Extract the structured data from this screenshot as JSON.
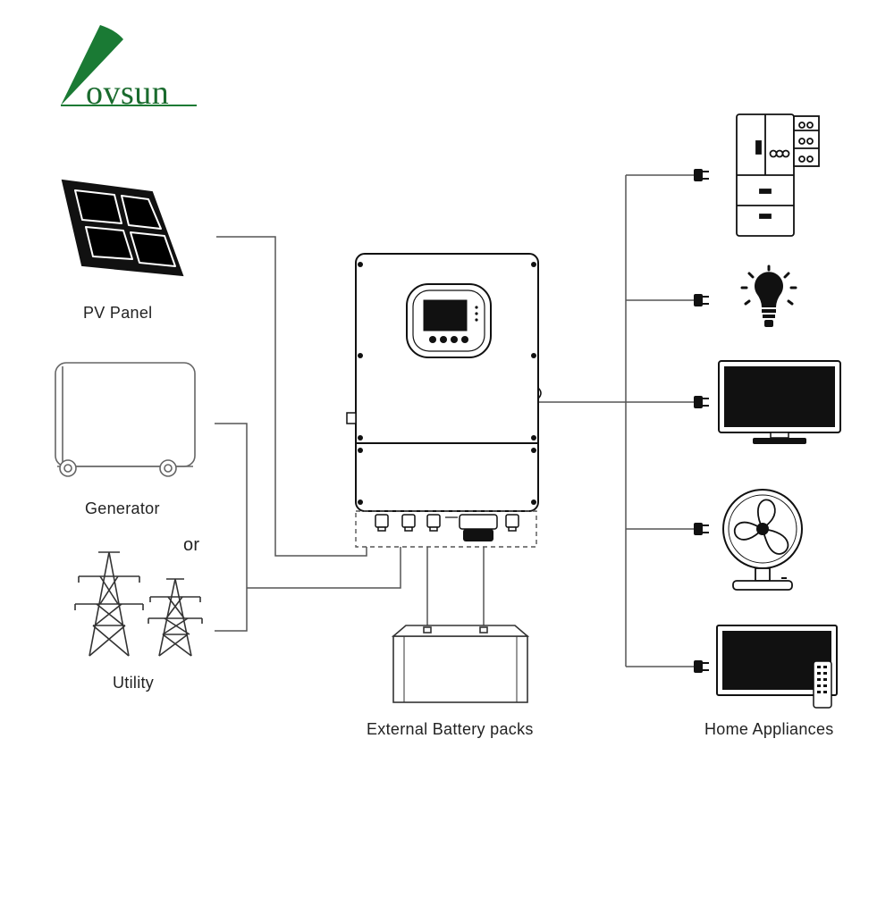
{
  "brand": {
    "logo_text": "ovsun",
    "color": "#1a7a34"
  },
  "labels": {
    "pv_panel": "PV Panel",
    "generator": "Generator",
    "or": "or",
    "utility": "Utility",
    "battery": "External Battery packs",
    "home_appliances": "Home Appliances"
  },
  "icons": {
    "sources": [
      "solar-panel-icon",
      "generator-icon",
      "utility-tower-icon"
    ],
    "center": "hybrid-inverter-icon",
    "storage": "battery-icon",
    "appliances": [
      "refrigerator-icon",
      "light-bulb-icon",
      "monitor-icon",
      "fan-icon",
      "tv-remote-icon"
    ],
    "connector": "plug-icon"
  },
  "colors": {
    "line": "#333333",
    "fill_dark": "#111111"
  }
}
